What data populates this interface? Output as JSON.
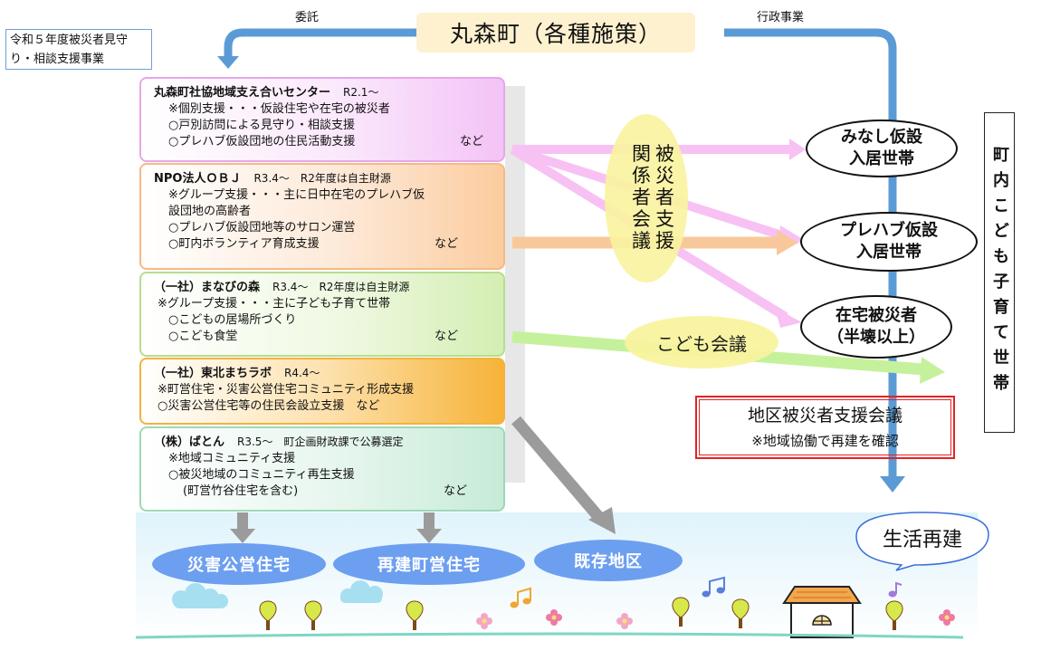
{
  "title": "丸森町（各種施策）",
  "labels": {
    "itaku": "委託",
    "gyosei": "行政事業"
  },
  "project": "令和５年度被災者見守り・相談支援事業",
  "cards": [
    {
      "title": "丸森町社協地域支え合いセンター",
      "date": "R2.1～",
      "lines": [
        "※個別支援・・・仮設住宅や在宅の被災者",
        "○戸別訪問による見守り・相談支援",
        "○プレハブ仮設団地の住民活動支援"
      ],
      "nado": "など"
    },
    {
      "title": "NPO法人ＯＢＪ",
      "date": "R3.4～　R2年度は自主財源",
      "lines": [
        "※グループ支援・・・主に日中在宅のプレハブ仮",
        "設団地の高齢者",
        "○プレハブ仮設団地等のサロン運営",
        "○町内ボランティア育成支援"
      ],
      "nado": "など"
    },
    {
      "title": "（一社）まなびの森",
      "date": "R3.4～　R2年度は自主財源",
      "lines": [
        "※グループ支援・・・主に子ども子育て世帯",
        "○こどもの居場所づくり",
        "○こども食堂"
      ],
      "nado": "など"
    },
    {
      "title": "（一社）東北まちラボ",
      "date": "R4.4～",
      "lines": [
        "※町営住宅・災害公営住宅コミュニティ形成支援",
        "○災害公営住宅等の住民会設立支援　など"
      ],
      "nado": ""
    },
    {
      "title": "（株）ばとん",
      "date": "R3.5～　町企画財政課で公募選定",
      "lines": [
        "※地域コミュニティ支援",
        "○被災地域のコミュニティ再生支援",
        "(町営竹谷住宅を含む)"
      ],
      "nado": "など"
    }
  ],
  "kankei": "関係者会議",
  "hisaisha": "被災者支援",
  "targets": [
    {
      "line1": "みなし仮設",
      "line2": "入居世帯"
    },
    {
      "line1": "プレハブ仮設",
      "line2": "入居世帯"
    },
    {
      "line1": "在宅被災者",
      "line2": "（半壊以上）"
    }
  ],
  "machi": "町内こども子育て世帯",
  "kodomo_kaigi": "こども会議",
  "chiku": {
    "title": "地区被災者支援会議",
    "sub": "※地域協働で再建を確認"
  },
  "seikatsu": "生活再建",
  "destinations": [
    "災害公営住宅",
    "再建町営住宅",
    "既存地区"
  ]
}
